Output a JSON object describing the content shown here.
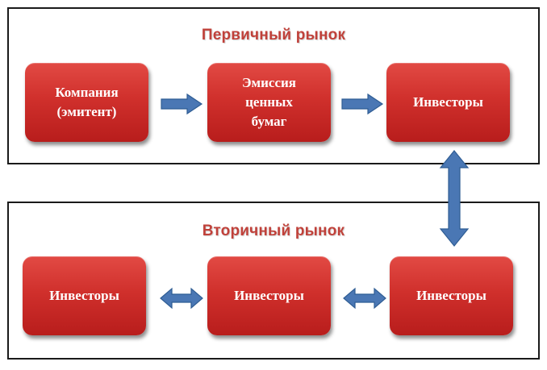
{
  "primary_market": {
    "title": "Первичный рынок",
    "boxes": [
      "Компания\n(эмитент)",
      "Эмиссия\nценных\nбумаг",
      "Инвесторы"
    ]
  },
  "secondary_market": {
    "title": "Вторичный рынок",
    "boxes": [
      "Инвесторы",
      "Инвесторы",
      "Инвесторы"
    ]
  },
  "colors": {
    "box_fill": "#d0302c",
    "title_text": "#c0413a",
    "arrow_fill": "#4a77b4",
    "arrow_stroke": "#2f5d94",
    "border": "#1a1a1a"
  }
}
